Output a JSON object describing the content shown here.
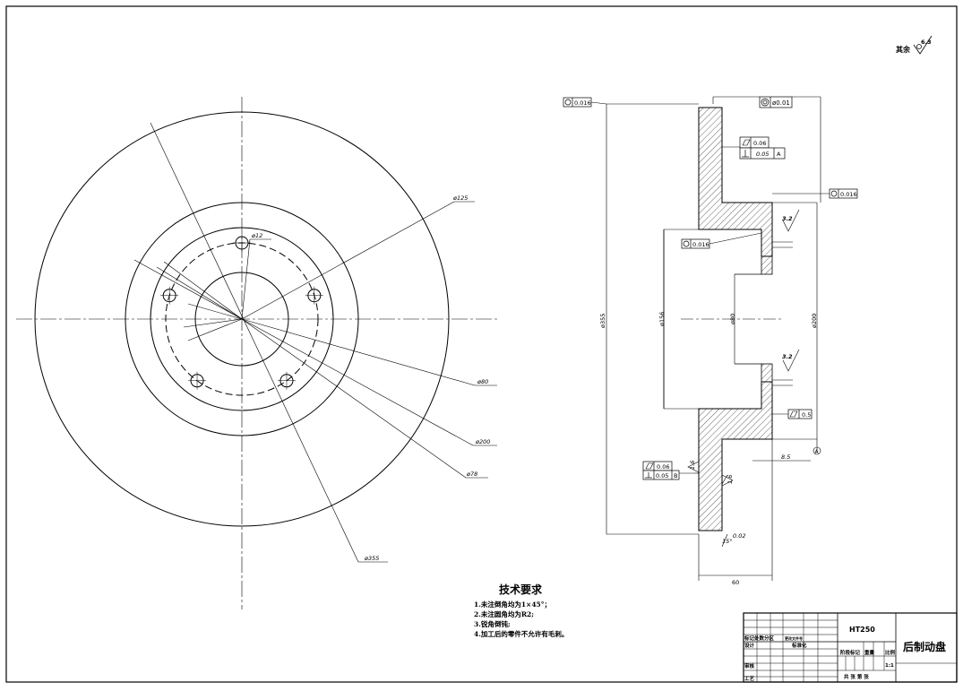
{
  "surface_note": {
    "prefix": "其余",
    "value": "6.3"
  },
  "front_view_labels": {
    "d125": "ø125",
    "d12": "ø12",
    "d80": "ø80",
    "d200": "ø200",
    "d78": "ø78",
    "d355": "ø355"
  },
  "section_view_labels": {
    "od": "ø355",
    "d156": "ø156",
    "d80": "ø80",
    "d200": "ø200",
    "width": "60",
    "step": "8.5",
    "angle": "15°",
    "angle_tol": "0.02",
    "ra_hub_top": "3.2",
    "ra_hub_bottom": "3.2",
    "ra_face_left": "1.6",
    "ra_face_right": "1.6",
    "datum": "A"
  },
  "tolerance_frames": {
    "runout_outer": "0.016",
    "coaxial_bore": "ø0.01",
    "flatness_top": "0.06",
    "perp_top": "0.05",
    "perp_top_datum": "A",
    "runout_right": "0.016",
    "runout_bore": "0.016",
    "flatness_right": "0.5",
    "flatness_lower": "0.06",
    "perp_lower": "0.05",
    "perp_lower_datum": "B"
  },
  "requirements": {
    "title": "技术要求",
    "items": [
      "1.未注倒角均为1×45°；",
      "2.未注圆角均为R2;",
      "3.锐角倒钝;",
      "4.加工后的零件不允许有毛刺。"
    ]
  },
  "title_block": {
    "material": "HT250",
    "part_name": "后制动盘",
    "scale": "1:1",
    "labels": {
      "revision_marks": "标记处数分区",
      "revision_doc": "更改文件号",
      "design": "设计",
      "standardize": "标准化",
      "stage": "阶段标记",
      "weight": "重量",
      "ratio": "比例",
      "review": "审核",
      "process": "工艺",
      "sheets": "共 张 第 张"
    }
  }
}
